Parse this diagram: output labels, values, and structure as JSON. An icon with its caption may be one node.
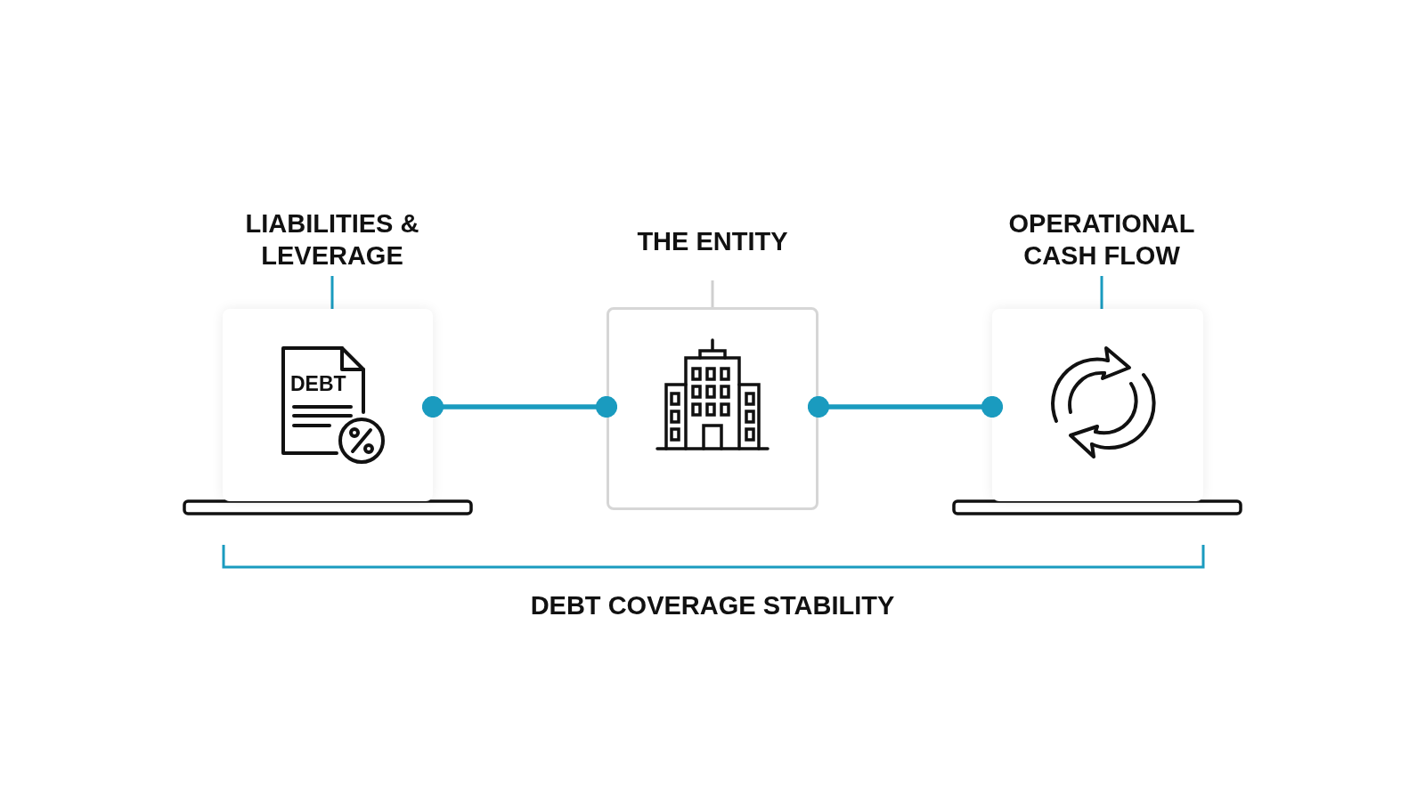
{
  "diagram": {
    "nodes": [
      {
        "text": [
          "LIABILITIES & LEVERAGE"
        ]
      },
      {
        "text": [
          "THE ENTITY"
        ]
      },
      {
        "text": [
          "OPERATIONAL CASH FLOW"
        ]
      },
      {
        "text": [],
        "shape": "bar"
      },
      {
        "text": [],
        "shape": "bar"
      }
    ],
    "edges": [
      {
        "from": 0,
        "to": 1,
        "arrow": "other"
      },
      {
        "from": 1,
        "to": 2,
        "arrow": "other"
      }
    ],
    "labels": [
      "DEBT",
      "DEBT COVERAGE STABILITY"
    ]
  }
}
